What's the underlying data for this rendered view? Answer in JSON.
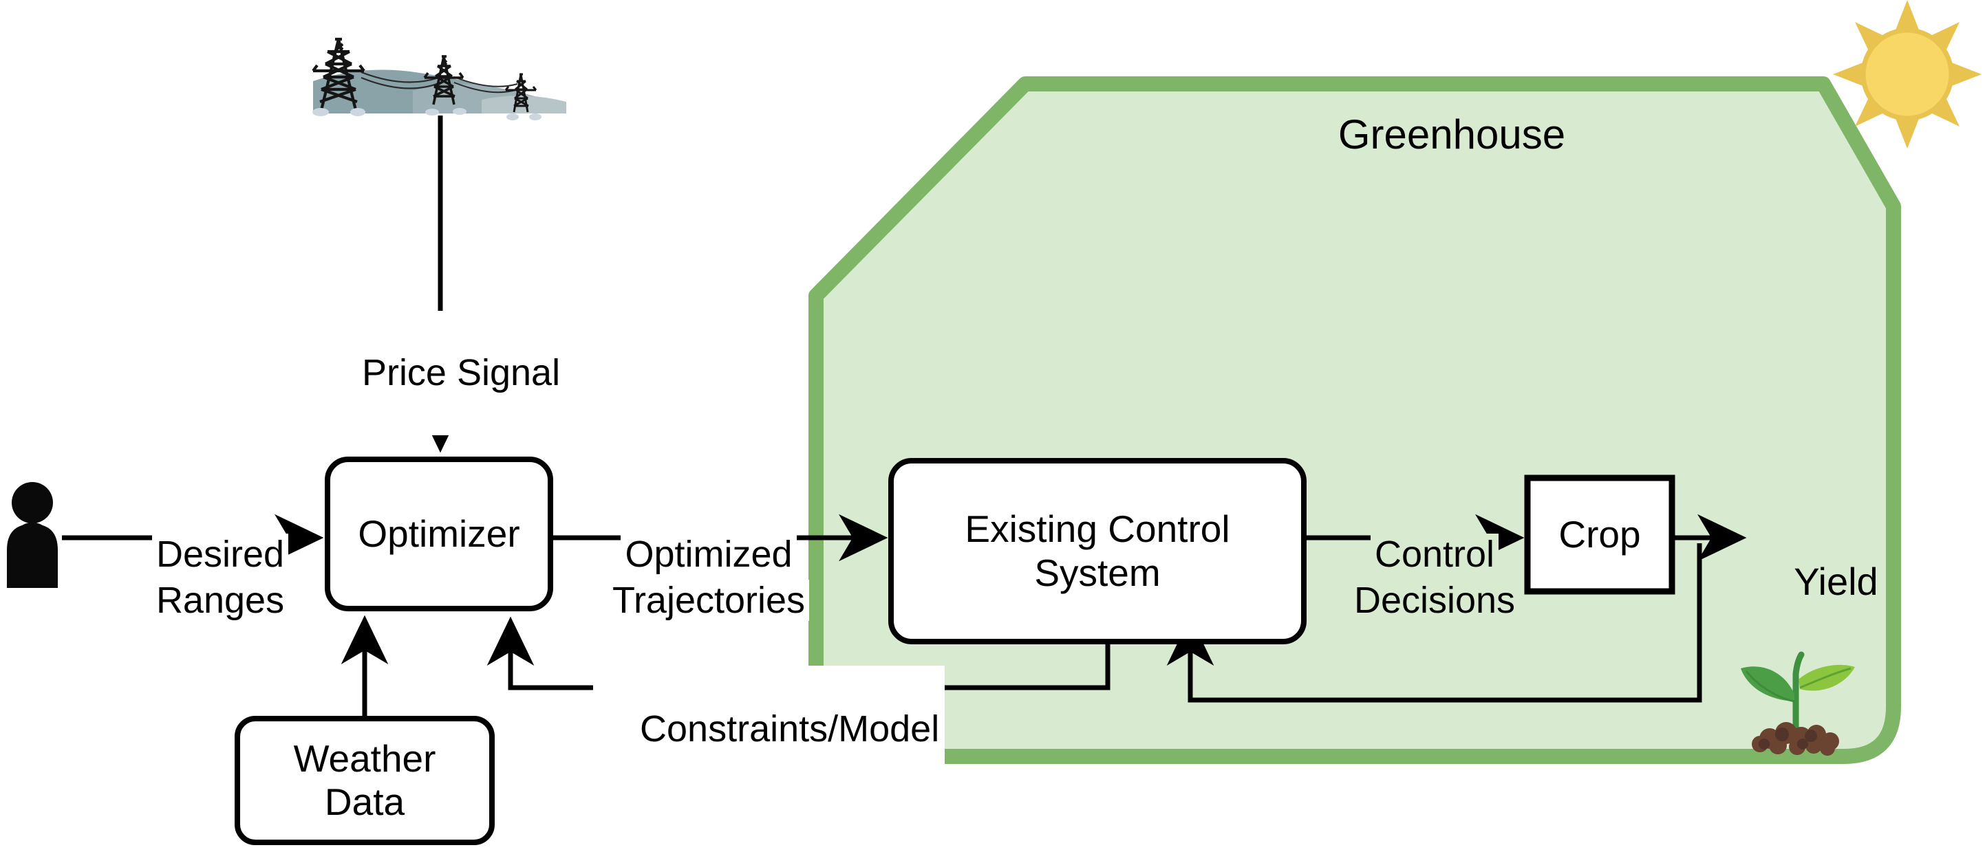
{
  "diagram": {
    "title": "Greenhouse energy-aware optimization block diagram",
    "background_color": "#ffffff",
    "line_color": "#000000"
  },
  "greenhouse": {
    "label": "Greenhouse",
    "fill_color": "#d8ebd0",
    "border_color": "#7fb567"
  },
  "blocks": [
    {
      "id": "optimizer",
      "label": "Optimizer",
      "shape": "rounded-rect",
      "fill": "#ffffff",
      "stroke": "#000000"
    },
    {
      "id": "weather-data",
      "label": "Weather\nData",
      "shape": "rounded-rect",
      "fill": "#ffffff",
      "stroke": "#000000"
    },
    {
      "id": "control-system",
      "label": "Existing Control\nSystem",
      "shape": "rounded-rect",
      "fill": "#ffffff",
      "stroke": "#000000"
    },
    {
      "id": "crop",
      "label": "Crop",
      "shape": "rect",
      "fill": "#ffffff",
      "stroke": "#000000"
    }
  ],
  "block_labels": {
    "optimizer": "Optimizer",
    "weather_line1": "Weather",
    "weather_line2": "Data",
    "control_line1": "Existing Control",
    "control_line2": "System",
    "crop": "Crop"
  },
  "edge_labels": {
    "price_signal": "Price Signal",
    "desired_line1": "Desired",
    "desired_line2": "Ranges",
    "optimized_line1": "Optimized",
    "optimized_line2": "Trajectories",
    "constraints_model": "Constraints/Model",
    "control_line1": "Control",
    "control_line2": "Decisions",
    "yield": "Yield"
  },
  "icons": {
    "person": "person-icon",
    "power_grid": "power-transmission-towers-icon",
    "sun": "sun-icon",
    "seedling": "seedling-icon"
  },
  "colors": {
    "sun_body": "#f7d濃"
  }
}
